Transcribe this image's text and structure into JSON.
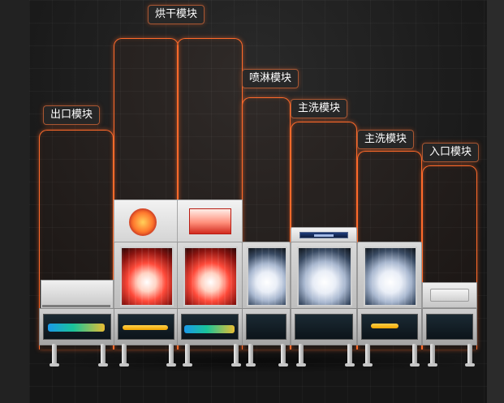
{
  "modules": [
    {
      "id": "outlet",
      "label": "出口模块"
    },
    {
      "id": "dry-1",
      "label": "烘干模块"
    },
    {
      "id": "spray",
      "label": "喷淋模块"
    },
    {
      "id": "main-wash-1",
      "label": "主洗模块"
    },
    {
      "id": "main-wash-2",
      "label": "主洗模块"
    },
    {
      "id": "inlet",
      "label": "入口模块"
    }
  ],
  "colors": {
    "accent": "#ff6a2b",
    "background": "#1a1a1a",
    "label_bg": "#282828"
  }
}
